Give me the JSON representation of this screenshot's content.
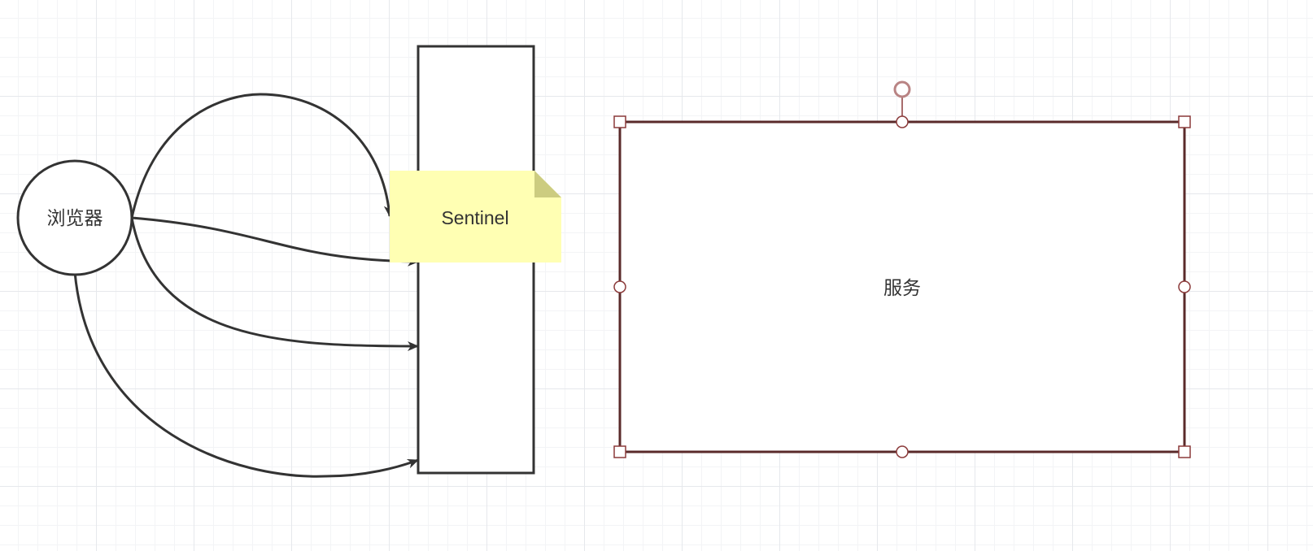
{
  "diagram": {
    "nodes": {
      "browser": {
        "label": "浏览器"
      },
      "sentinel": {
        "label": "Sentinel"
      },
      "service": {
        "label": "服务"
      }
    },
    "colors": {
      "stroke": "#333333",
      "note_fill": "#ffffb3",
      "note_fold": "#cccc80",
      "selection": "#8b3a3a"
    }
  }
}
